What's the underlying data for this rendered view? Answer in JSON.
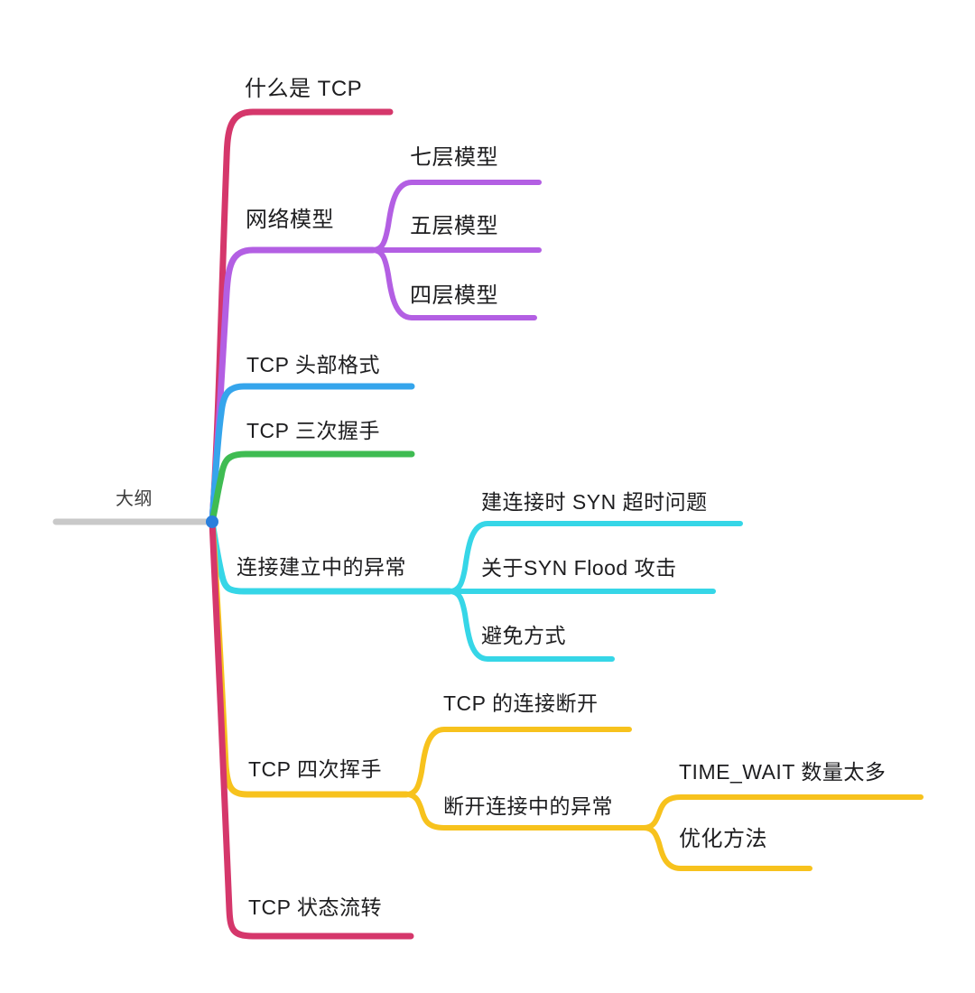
{
  "colors": {
    "background": "#ffffff",
    "text": "#1d1d1f",
    "root_line": "#c9c9c9",
    "root_dot": "#2a7fdd",
    "crimson": "#d5376b",
    "purple": "#b35fe3",
    "blue": "#35a5ec",
    "green": "#3fbc52",
    "cyan": "#36d6e7",
    "yellow": "#f7c21d"
  },
  "mindmap": {
    "root": {
      "label": "大纲"
    },
    "branches": [
      {
        "label": "什么是 TCP",
        "color": "#d5376b",
        "children": []
      },
      {
        "label": "网络模型",
        "color": "#b35fe3",
        "children": [
          {
            "label": "七层模型"
          },
          {
            "label": "五层模型"
          },
          {
            "label": "四层模型"
          }
        ]
      },
      {
        "label": "TCP 头部格式",
        "color": "#35a5ec",
        "children": []
      },
      {
        "label": "TCP 三次握手",
        "color": "#3fbc52",
        "children": []
      },
      {
        "label": "连接建立中的异常",
        "color": "#36d6e7",
        "children": [
          {
            "label": "建连接时 SYN 超时问题"
          },
          {
            "label": "关于SYN Flood 攻击"
          },
          {
            "label": "避免方式"
          }
        ]
      },
      {
        "label": "TCP 四次挥手",
        "color": "#f7c21d",
        "children": [
          {
            "label": "TCP 的连接断开"
          },
          {
            "label": "断开连接中的异常",
            "children": [
              {
                "label": "TIME_WAIT 数量太多"
              },
              {
                "label": "优化方法"
              }
            ]
          }
        ]
      },
      {
        "label": "TCP 状态流转",
        "color": "#d5376b",
        "children": []
      }
    ]
  }
}
